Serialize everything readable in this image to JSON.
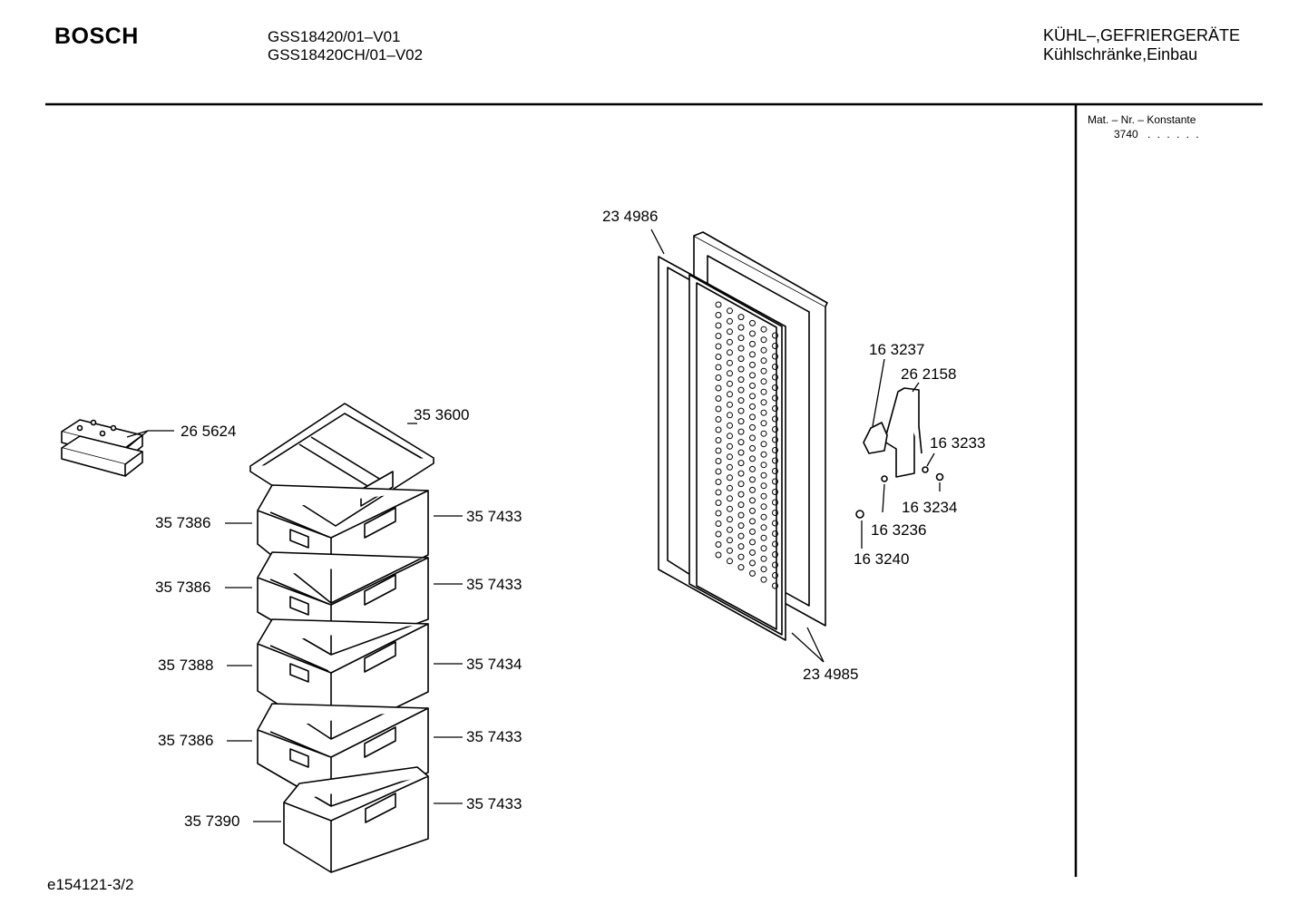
{
  "header": {
    "brand": "BOSCH",
    "models": [
      "GSS18420/01–V01",
      "GSS18420CH/01–V02"
    ],
    "category": [
      "KÜHL–,GEFRIERGERÄTE",
      "Kühlschränke,Einbau"
    ]
  },
  "sidebar": {
    "mat_label": "Mat. – Nr. – Konstante",
    "mat_value": "3740",
    "mat_dots": ". . . . . ."
  },
  "parts": {
    "p265624": "26 5624",
    "p353600": "35 3600",
    "p357386_a": "35 7386",
    "p357386_b": "35 7386",
    "p357388": "35 7388",
    "p357386_c": "35 7386",
    "p357390": "35 7390",
    "p357433_a": "35 7433",
    "p357433_b": "35 7433",
    "p357434": "35 7434",
    "p357433_c": "35 7433",
    "p357433_d": "35 7433",
    "p234986": "23 4986",
    "p234985": "23 4985",
    "p163237": "16 3237",
    "p262158": "26 2158",
    "p163233": "16 3233",
    "p163234": "16 3234",
    "p163236": "16 3236",
    "p163240": "16 3240"
  },
  "footer": {
    "doc_id": "e154121-3/2"
  }
}
